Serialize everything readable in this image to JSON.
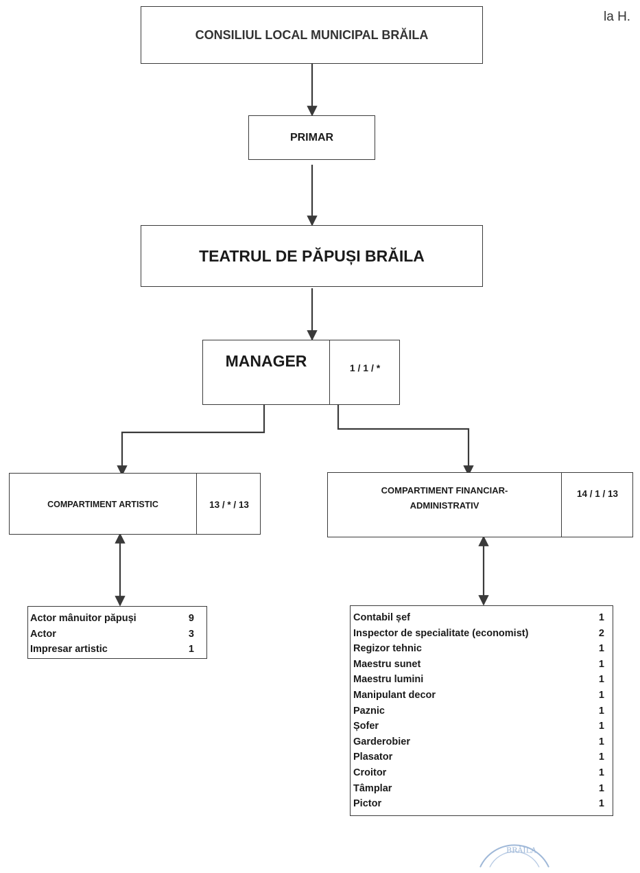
{
  "corner_note": "la H.",
  "council": "CONSILIUL LOCAL MUNICIPAL BRĂILA",
  "mayor": "PRIMAR",
  "theatre": "TEATRUL DE PĂPUȘI BRĂILA",
  "manager": {
    "label": "MANAGER",
    "count": "1 / 1 / *"
  },
  "artistic": {
    "label": "COMPARTIMENT ARTISTIC",
    "count": "13 / * / 13",
    "staff": [
      {
        "role": "Actor mânuitor păpuși",
        "n": "9"
      },
      {
        "role": "Actor",
        "n": "3"
      },
      {
        "role": "Impresar artistic",
        "n": "1"
      }
    ]
  },
  "financial": {
    "label_line1": "COMPARTIMENT FINANCIAR-",
    "label_line2": "ADMINISTRATIV",
    "count": "14 / 1 / 13",
    "staff": [
      {
        "role": "Contabil șef",
        "n": "1"
      },
      {
        "role": "Inspector de specialitate (economist)",
        "n": "2"
      },
      {
        "role": "Regizor tehnic",
        "n": "1"
      },
      {
        "role": "Maestru sunet",
        "n": "1"
      },
      {
        "role": "Maestru lumini",
        "n": "1"
      },
      {
        "role": "Manipulant decor",
        "n": "1"
      },
      {
        "role": "Paznic",
        "n": "1"
      },
      {
        "role": "Șofer",
        "n": "1"
      },
      {
        "role": "Garderobier",
        "n": "1"
      },
      {
        "role": "Plasator",
        "n": "1"
      },
      {
        "role": "Croitor",
        "n": "1"
      },
      {
        "role": "Tâmplar",
        "n": "1"
      },
      {
        "role": "Pictor",
        "n": "1"
      }
    ]
  },
  "stamp_text": "BRĂILA"
}
